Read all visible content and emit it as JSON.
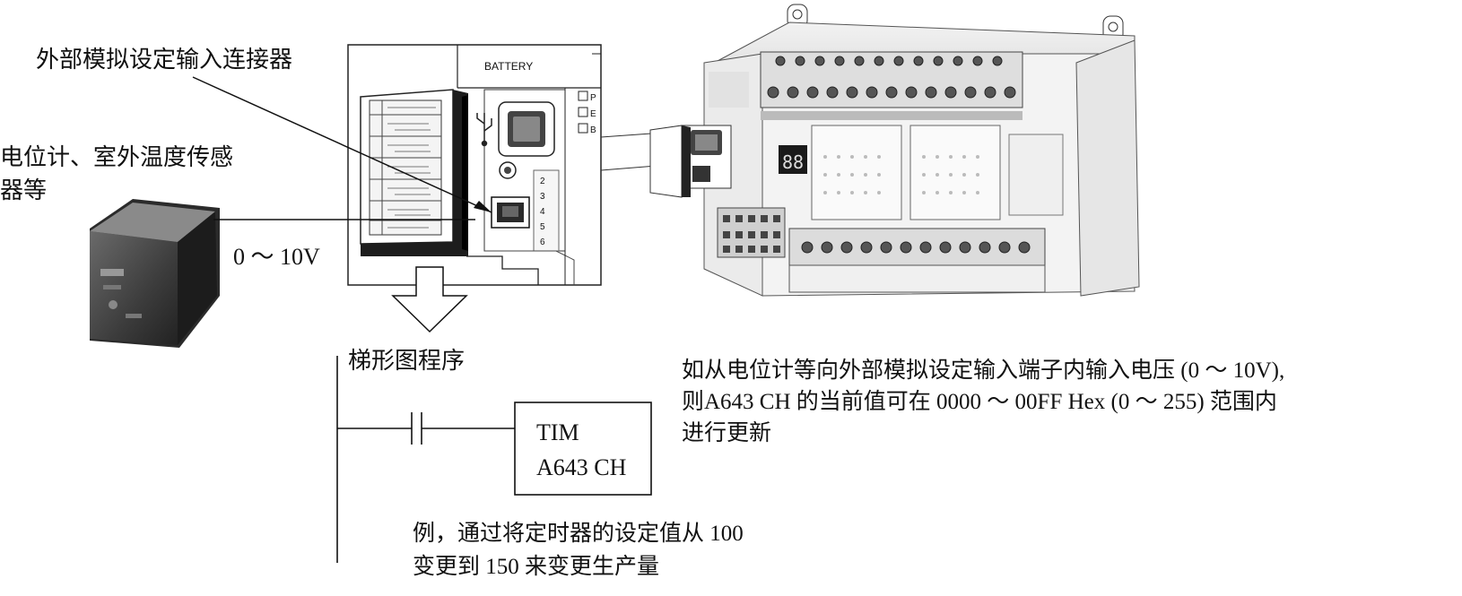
{
  "labels": {
    "connector": "外部模拟设定输入连接器",
    "sensor_line1": "电位计、室外温度传感",
    "sensor_line2": "器等",
    "voltage": "0 ～ 10V",
    "ladder_title": "梯形图程序",
    "battery": "BATTERY",
    "timer_instr": "TIM",
    "timer_operand": "A643 CH",
    "description_line1": "如从电位计等向外部模拟设定输入端子内输入电压 (0 ～ 10V),",
    "description_line2": "则A643 CH 的当前值可在 0000 ～ 00FF Hex (0 ～ 255) 范围内",
    "description_line3": "进行更新",
    "example_line1": "例，通过将定时器的设定值从 100",
    "example_line2": "变更到 150 来变更生产量"
  },
  "panel_numbers": [
    "2",
    "3",
    "4",
    "5",
    "6"
  ],
  "led_letters": [
    "P",
    "E",
    "B"
  ],
  "icons": [
    "usb-icon",
    "arrow-down-icon",
    "contact-icon"
  ]
}
